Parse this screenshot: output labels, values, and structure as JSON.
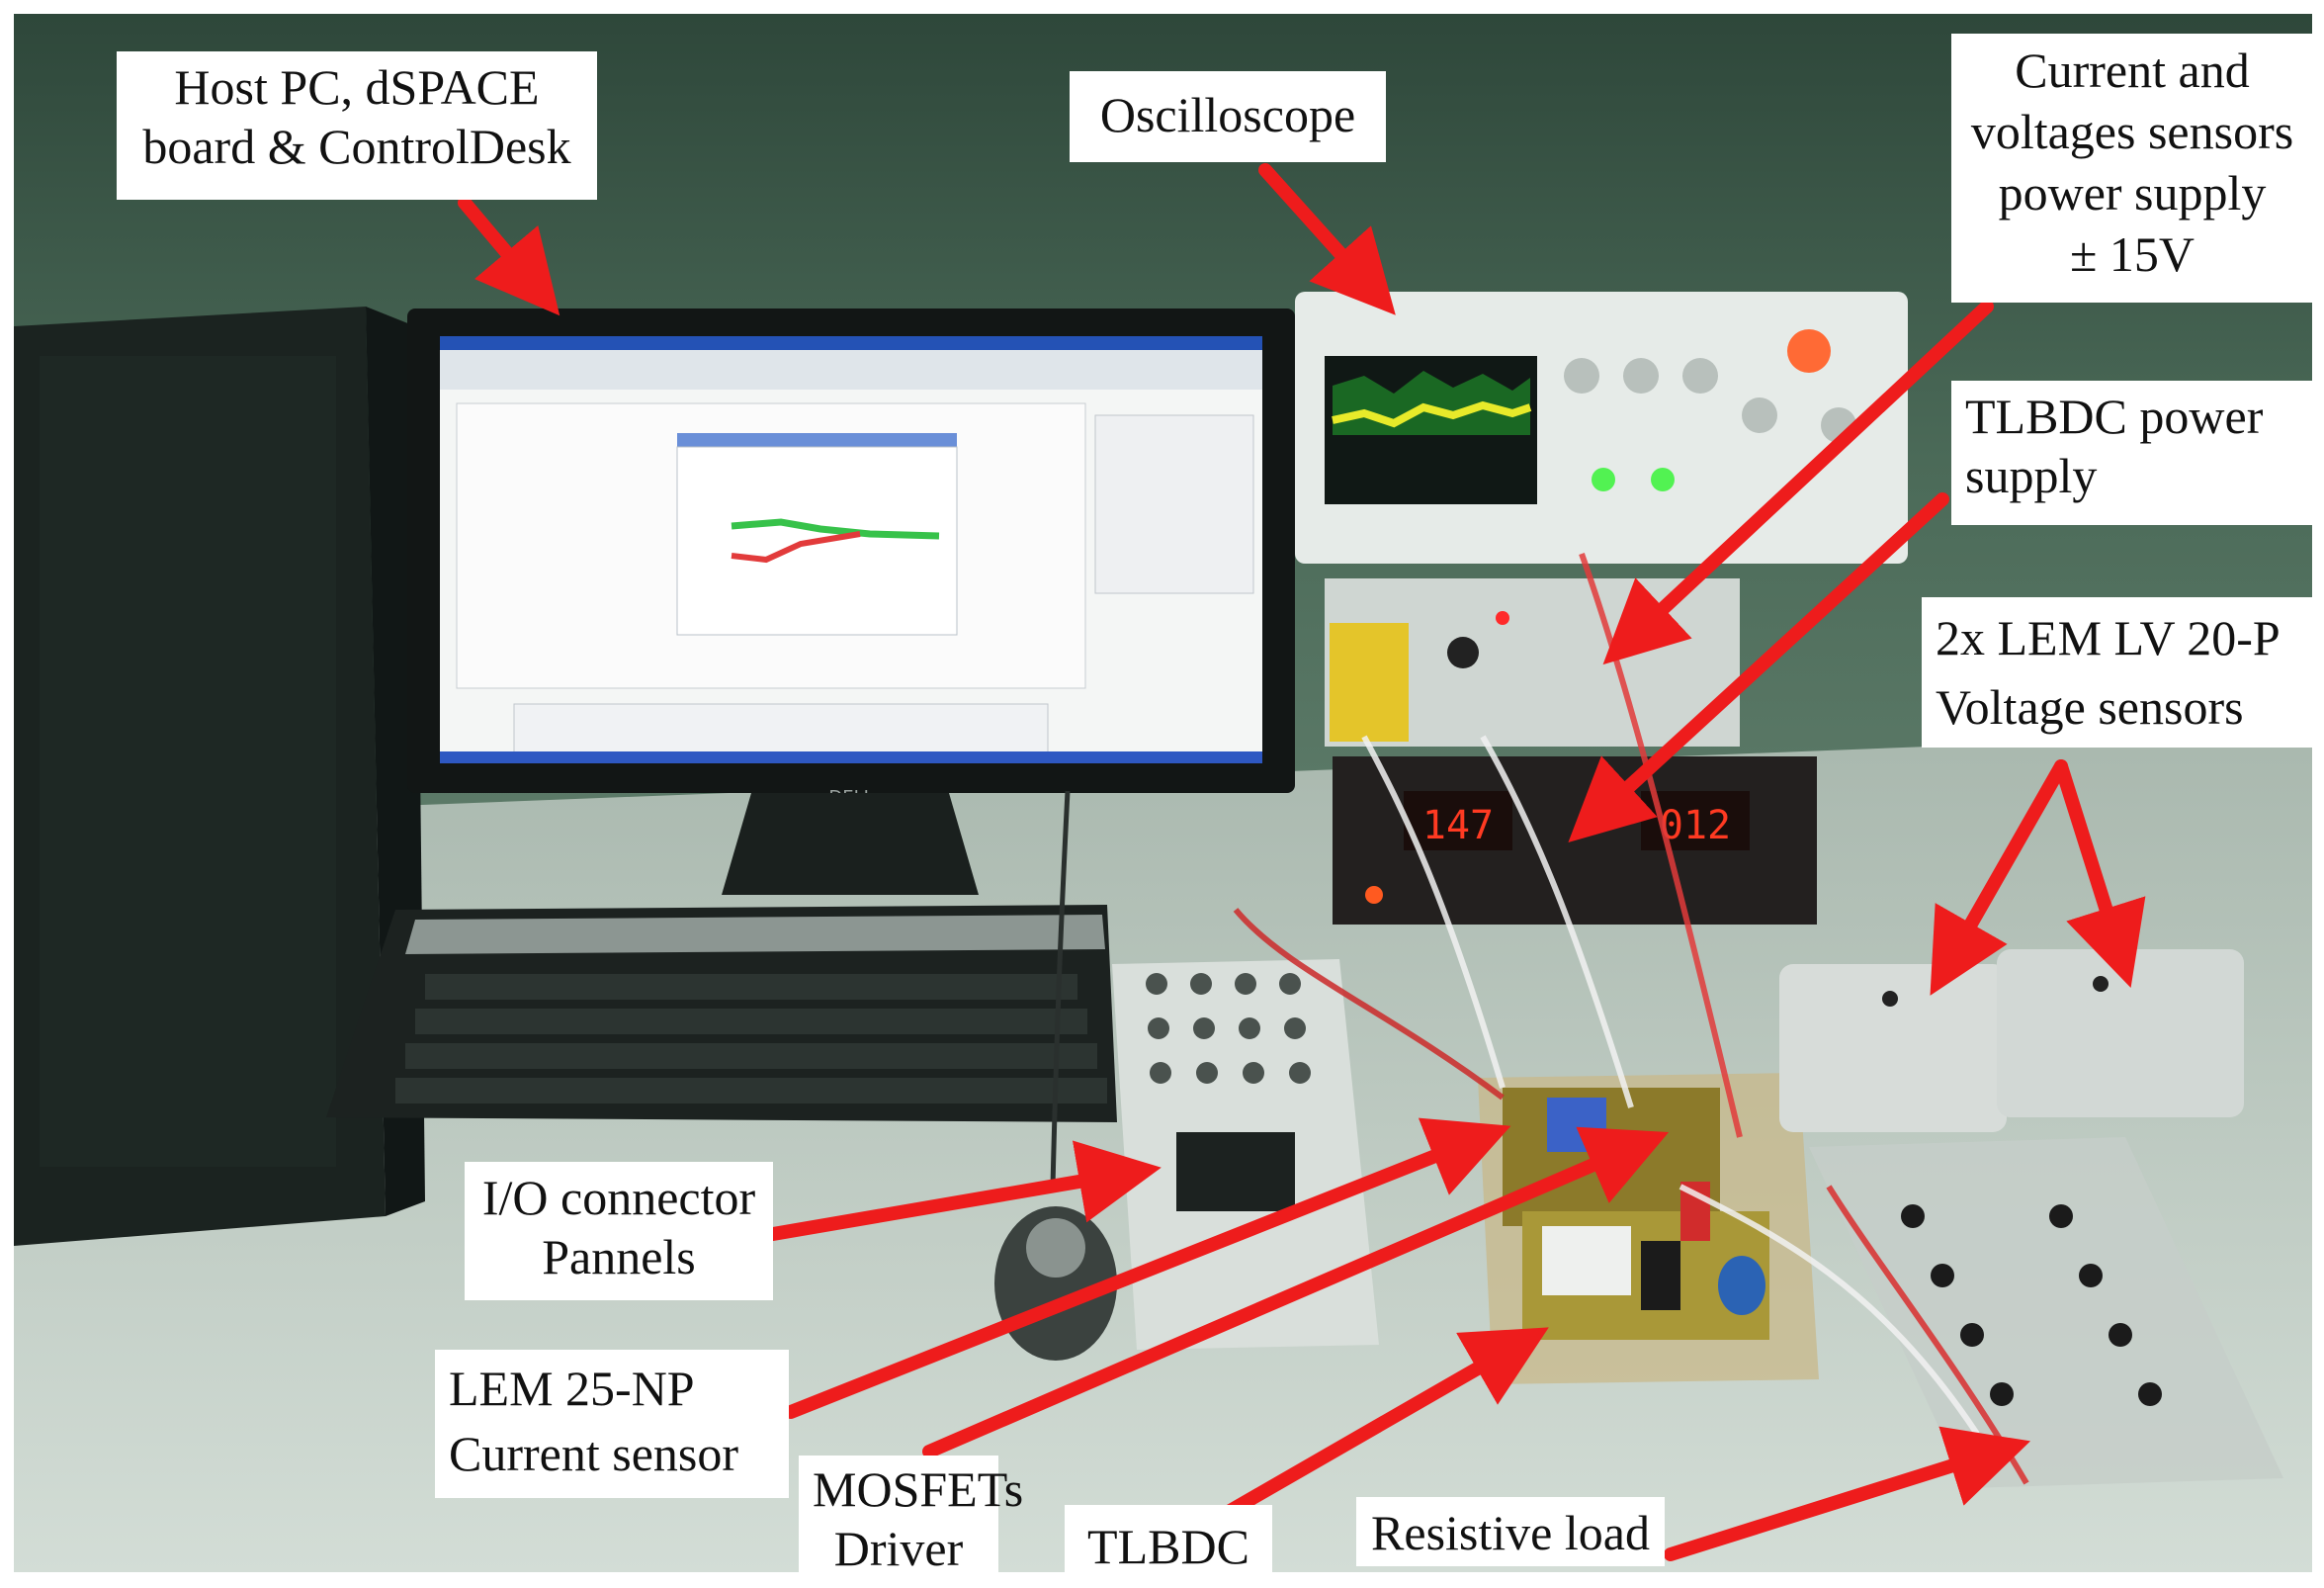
{
  "labels": {
    "host_pc": "Host PC, dSPACE\nboard & ControlDesk",
    "oscilloscope": "Oscilloscope",
    "sensor_supply": "Current and\nvoltages sensors\npower supply\n± 15V",
    "tlbdc_supply": "TLBDC power\nsupply",
    "voltage_sensors": "2x LEM LV 20-P\nVoltage sensors",
    "io_connector": "I/O connector\nPannels",
    "current_sensor": "LEM 25-NP\nCurrent sensor",
    "mosfet_driver": "MOSFETs\nDriver",
    "tlbdc": "TLBDC",
    "resistive_load": "Resistive load"
  },
  "displays": {
    "meter_left": "147",
    "meter_right": "012",
    "monitor_brand": "DELL"
  },
  "colors": {
    "arrow": "#ee1c1c",
    "wall": "#3d5a49",
    "desk": "#bcc8c0",
    "trace_green": "#37c24a",
    "trace_red": "#e23b3b",
    "scope_trace": "#e8ea2a",
    "led_display": "#ff3a22"
  }
}
